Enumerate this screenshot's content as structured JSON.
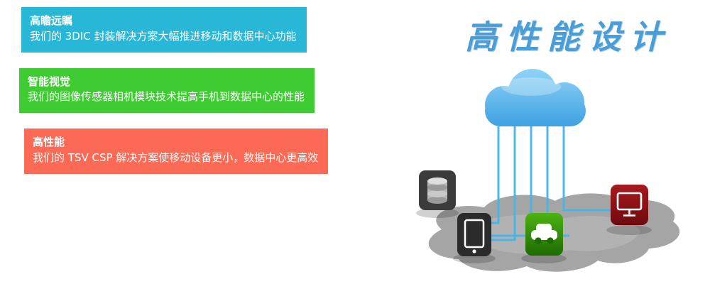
{
  "banners": [
    {
      "title": "高瞻远瞩",
      "body": "我们的 3DIC 封装解决方案大幅推进移动和数据中心功能",
      "color": "#29b7d7"
    },
    {
      "title": "智能视觉",
      "body": "我们的图像传感器相机模块技术提高手机到数据中心的性能",
      "color": "#3fcc33"
    },
    {
      "title": "高性能",
      "body": "我们的 TSV CSP 解决方案使移动设备更小，数据中心更高效",
      "color": "#fc6a55"
    }
  ],
  "headline": {
    "text": "高性能设计",
    "color": "#4a9ed8"
  },
  "illustration": {
    "icons": [
      "cloud-icon",
      "database-icon",
      "smartphone-icon",
      "car-icon",
      "monitor-icon"
    ],
    "cloud_color": "#3aa6e8",
    "trace_color": "#45b5ea",
    "ground_color": "#a5a5a5",
    "tile_colors": {
      "database": "#2b2b2b",
      "smartphone": "#1e1e1e",
      "car": "#2f8a0a",
      "monitor": "#8e1114"
    }
  }
}
